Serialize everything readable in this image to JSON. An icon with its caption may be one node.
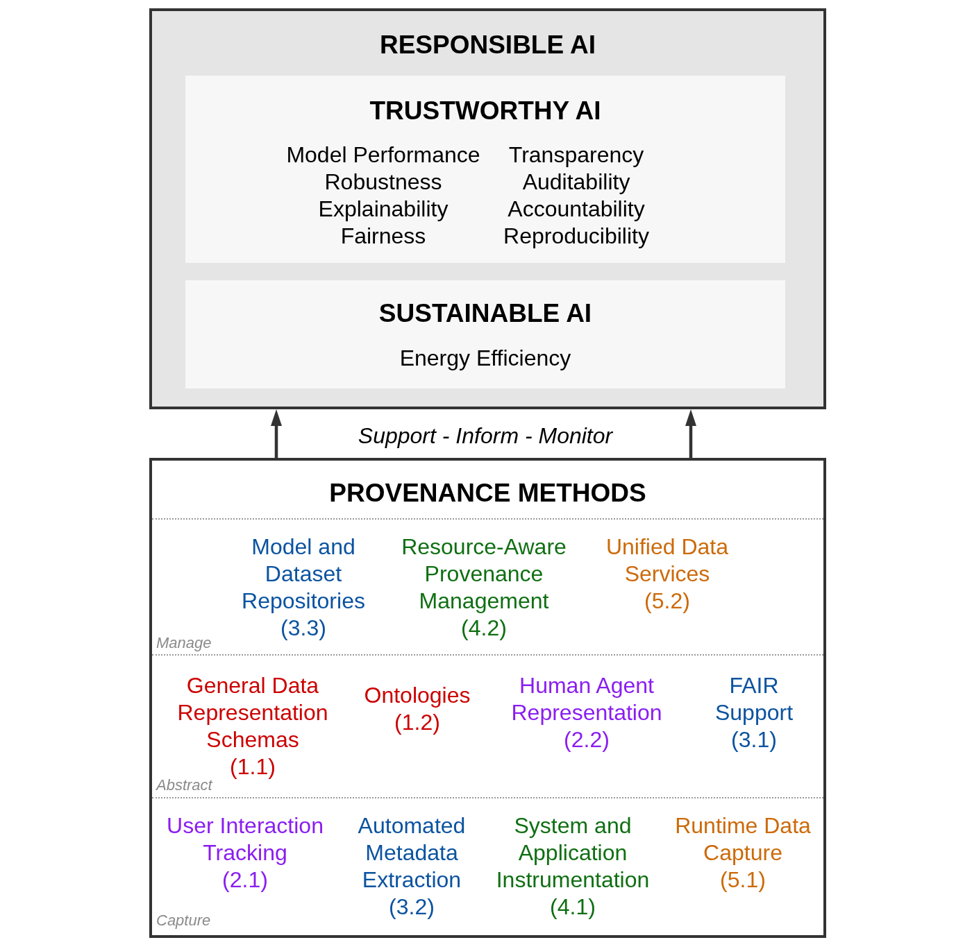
{
  "diagram": {
    "nodes": [
      {
        "text": [
          "RESPONSIBLE AI"
        ]
      },
      {
        "text": [
          "TRUSTWORTHY AI",
          "Model Performance",
          "Robustness",
          "Explainability",
          "Fairness",
          "Transparency",
          "Auditability",
          "Accountability",
          "Reproducibility"
        ],
        "in": 0
      },
      {
        "text": [
          "SUSTAINABLE AI",
          "Energy Efficiency"
        ],
        "in": 0
      },
      {
        "text": [
          "PROVENANCE METHODS"
        ]
      },
      {
        "text": [
          "Manage"
        ],
        "in": 3
      },
      {
        "text": [
          "Model and Dataset Repositories",
          "(3.3)"
        ],
        "in": 4
      },
      {
        "text": [
          "Resource-Aware Provenance Management",
          "(4.2)"
        ],
        "in": 4
      },
      {
        "text": [
          "Unified Data Services",
          "(5.2)"
        ],
        "in": 4
      },
      {
        "text": [
          "Abstract"
        ],
        "in": 3
      },
      {
        "text": [
          "General Data Representation Schemas",
          "(1.1)"
        ],
        "in": 8
      },
      {
        "text": [
          "Ontologies",
          "(1.2)"
        ],
        "in": 8
      },
      {
        "text": [
          "Human Agent Representation",
          "(2.2)"
        ],
        "in": 8
      },
      {
        "text": [
          "FAIR Support",
          "(3.1)"
        ],
        "in": 8
      },
      {
        "text": [
          "Capture"
        ],
        "in": 3
      },
      {
        "text": [
          "User Interaction Tracking",
          "(2.1)"
        ],
        "in": 13
      },
      {
        "text": [
          "Automated Metadata Extraction",
          "(3.2)"
        ],
        "in": 13
      },
      {
        "text": [
          "System and Application Instrumentation",
          "(4.1)"
        ],
        "in": 13
      },
      {
        "text": [
          "Runtime Data Capture",
          "(5.1)"
        ],
        "in": 13
      }
    ],
    "edges": [
      {
        "from": 3,
        "to": 0,
        "arrow": "to"
      },
      {
        "from": 3,
        "to": 0,
        "arrow": "to"
      }
    ],
    "labels": [
      "Support - Inform - Monitor"
    ]
  }
}
